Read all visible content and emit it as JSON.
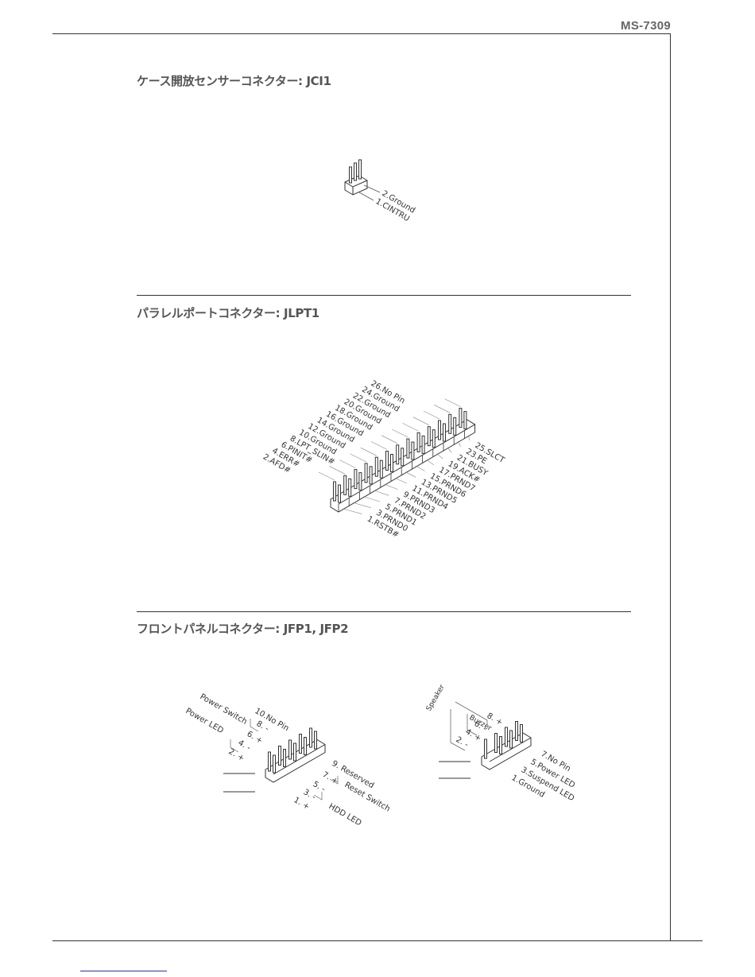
{
  "header": {
    "model": "MS-7309"
  },
  "sections": {
    "jci1": {
      "title": "ケース開放センサーコネクター: JCI1",
      "pins": [
        "2.Ground",
        "1.CINTRU"
      ]
    },
    "jlpt1": {
      "title": "パラレルポートコネクター: JLPT1",
      "even_pins": [
        "26.No Pin",
        "24.Ground",
        "22.Ground",
        "20.Ground",
        "18.Ground",
        "16.Ground",
        "14.Ground",
        "12.Ground",
        "10.Ground",
        "8.LPT_SLIN#",
        "6.PINIT#",
        "4.ERR#",
        "2.AFD#"
      ],
      "odd_pins": [
        "25.SLCT",
        "23.PE",
        "21.BUSY",
        "19.ACK#",
        "17.PRND7",
        "15.PRND6",
        "13.PRND5",
        "11.PRND4",
        "9.PRND3",
        "7.PRND2",
        "5.PRND1",
        "3.PRND0",
        "1.RSTB#"
      ]
    },
    "jfp": {
      "title": "フロントパネルコネクター: JFP1, JFP2",
      "jfp1": {
        "left_labels": [
          "Power Switch",
          "Power LED"
        ],
        "top_pins": [
          "10.No Pin",
          "8. -",
          "6. +",
          "4. -",
          "2. +"
        ],
        "bottom_pins": [
          "9. Reserved",
          "7. +",
          "5. -",
          "3. -",
          "1. +"
        ],
        "right_labels": [
          "Reset Switch",
          "HDD LED"
        ]
      },
      "jfp2": {
        "left_labels": [
          "Speaker",
          "Buzzer"
        ],
        "top_pins": [
          "8. +",
          "6. -",
          "4. +",
          "2. -"
        ],
        "bottom_pins": [
          "7.No Pin",
          "5.Power LED",
          "3.Suspend LED",
          "1.Ground"
        ]
      }
    }
  }
}
